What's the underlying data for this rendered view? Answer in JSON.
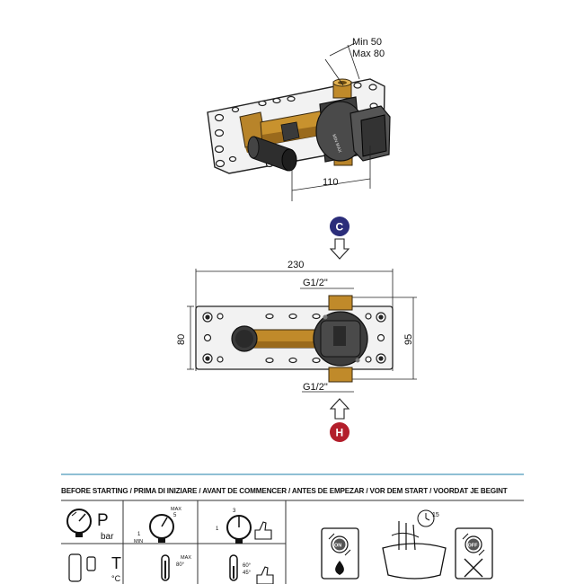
{
  "dimensions": {
    "wall_depth_min": "Min 50",
    "wall_depth_max": "Max 80",
    "depth_110": "110",
    "width_230": "230",
    "height_80": "80",
    "height_95": "95",
    "top_connection": "G1/2\"",
    "bottom_connection": "G1/2\""
  },
  "markers": {
    "cold": "C",
    "hot": "H"
  },
  "instructions": {
    "banner": "BEFORE STARTING / PRIMA DI INIZIARE / AVANT DE COMMENCER / ANTES DE EMPEZAR / VOR DEM START / VOORDAT JE BEGINT",
    "pressure_symbol": "P",
    "pressure_unit": "bar",
    "gauge_min": "MIN",
    "gauge_min_value": "1",
    "gauge_max": "MAX",
    "gauge_max_value": "5",
    "gauge_target": "3",
    "gauge_target_min": "1",
    "temp_symbol": "T",
    "temp_unit": "°C",
    "temp_max": "MAX",
    "temp_max_value": "80°",
    "temp_range_high": "60°",
    "temp_range_low": "45°",
    "flush_time": "15",
    "valve_on": "ON",
    "valve_off": "OFF"
  }
}
